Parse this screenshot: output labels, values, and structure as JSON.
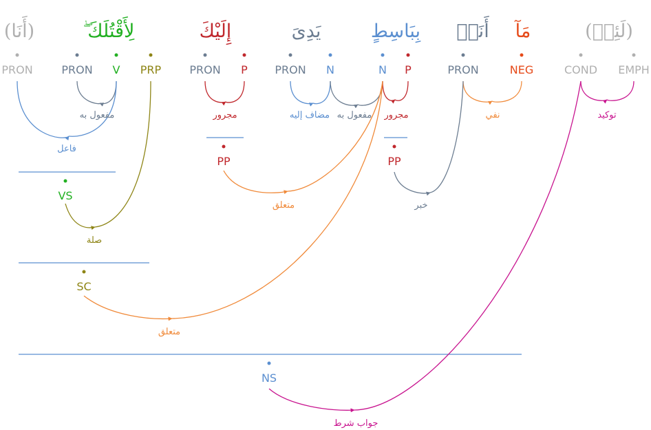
{
  "colors": {
    "gray": "#b0b0b0",
    "slate": "#6c7d91",
    "green": "#22b022",
    "olive": "#8e8516",
    "red": "#c0282d",
    "blue": "#5b8fd0",
    "orange": "#f08a3a",
    "magenta": "#c8148f",
    "neg": "#e64a19"
  },
  "words": [
    {
      "text": "(أَنَا)",
      "color": "gray"
    },
    {
      "text": "لِأَقْتُلَكَ ۖ",
      "color": "green"
    },
    {
      "text": "إِلَيْكَ",
      "color": "red"
    },
    {
      "text": "يَدِىَ",
      "color": "slate"
    },
    {
      "text": "بِبَاسِطٍ",
      "color": "blue"
    },
    {
      "text": "أَنَا۠",
      "color": "slate"
    },
    {
      "text": "مَآ",
      "color": "neg"
    },
    {
      "text": "(لَئِنۢ)",
      "color": "gray"
    }
  ],
  "tags": [
    {
      "text": "PRON",
      "color": "gray"
    },
    {
      "text": "PRON",
      "color": "slate"
    },
    {
      "text": "V",
      "color": "green"
    },
    {
      "text": "PRP",
      "color": "olive"
    },
    {
      "text": "PRON",
      "color": "slate"
    },
    {
      "text": "P",
      "color": "red"
    },
    {
      "text": "PRON",
      "color": "slate"
    },
    {
      "text": "N",
      "color": "blue"
    },
    {
      "text": "N",
      "color": "blue"
    },
    {
      "text": "P",
      "color": "red"
    },
    {
      "text": "PRON",
      "color": "slate"
    },
    {
      "text": "NEG",
      "color": "neg"
    },
    {
      "text": "COND",
      "color": "gray"
    },
    {
      "text": "EMPH",
      "color": "gray"
    }
  ],
  "phrases": [
    {
      "text": "PP",
      "color": "red"
    },
    {
      "text": "PP",
      "color": "red"
    },
    {
      "text": "VS",
      "color": "green"
    },
    {
      "text": "SC",
      "color": "olive"
    },
    {
      "text": "NS",
      "color": "blue"
    }
  ],
  "relations": [
    {
      "text": "مفعول به",
      "color": "slate"
    },
    {
      "text": "فاعل",
      "color": "blue"
    },
    {
      "text": "مجرور",
      "color": "red"
    },
    {
      "text": "مضاف إليه",
      "color": "blue"
    },
    {
      "text": "مفعول به",
      "color": "slate"
    },
    {
      "text": "مجرور",
      "color": "red"
    },
    {
      "text": "نفي",
      "color": "orange"
    },
    {
      "text": "توكيد",
      "color": "magenta"
    },
    {
      "text": "صلة",
      "color": "olive"
    },
    {
      "text": "متعلق",
      "color": "orange"
    },
    {
      "text": "خبر",
      "color": "slate"
    },
    {
      "text": "متعلق",
      "color": "orange"
    },
    {
      "text": "جواب شرط",
      "color": "magenta"
    }
  ]
}
